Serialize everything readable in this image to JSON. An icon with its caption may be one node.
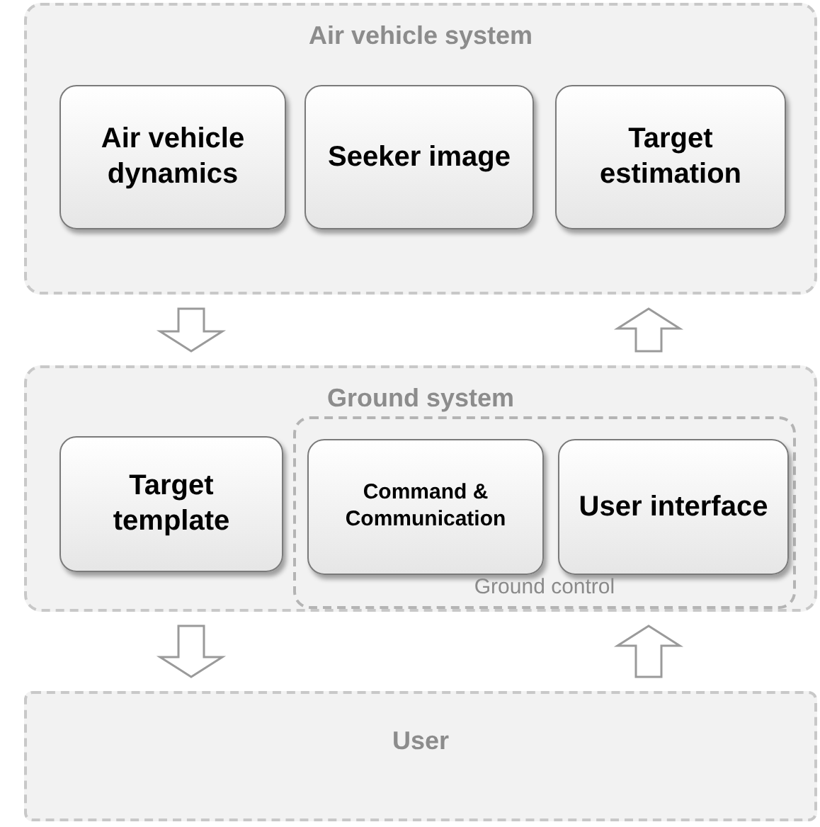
{
  "diagram": {
    "nodes": [
      {
        "text": [
          "Air vehicle system"
        ]
      },
      {
        "text": [
          "Air vehicle dynamics"
        ],
        "in": 0
      },
      {
        "text": [
          "Seeker image"
        ],
        "in": 0
      },
      {
        "text": [
          "Target estimation"
        ],
        "in": 0
      },
      {
        "text": [
          "Ground system"
        ]
      },
      {
        "text": [
          "Target template"
        ],
        "in": 4
      },
      {
        "text": [
          "Ground control"
        ],
        "in": 4
      },
      {
        "text": [
          "Command & Communication"
        ],
        "in": 6
      },
      {
        "text": [
          "User interface"
        ],
        "in": 6
      },
      {
        "text": [
          "User"
        ]
      }
    ],
    "edges": [
      {
        "from": 0,
        "to": 4,
        "arrow": "to"
      },
      {
        "from": 4,
        "to": 0,
        "arrow": "to"
      },
      {
        "from": 4,
        "to": 9,
        "arrow": "to"
      },
      {
        "from": 9,
        "to": 4,
        "arrow": "to"
      }
    ]
  }
}
